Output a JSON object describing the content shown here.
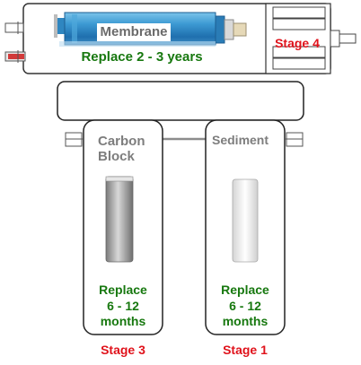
{
  "membrane": {
    "name": "Membrane",
    "replace": "Replace 2 - 3 years",
    "stage": "Stage 4"
  },
  "carbon": {
    "name_line1": "Carbon",
    "name_line2": "Block",
    "replace_line1": "Replace",
    "replace_line2": "6 - 12",
    "replace_line3": "months",
    "stage": "Stage 3"
  },
  "sediment": {
    "name": "Sediment",
    "replace_line1": "Replace",
    "replace_line2": "6 - 12",
    "replace_line3": "months",
    "stage": "Stage 1"
  },
  "colors": {
    "replace_text": "#17780f",
    "stage_text": "#e0121b",
    "filter_name_text": "#7d7d7d",
    "membrane_body": "#2f8bc7"
  }
}
